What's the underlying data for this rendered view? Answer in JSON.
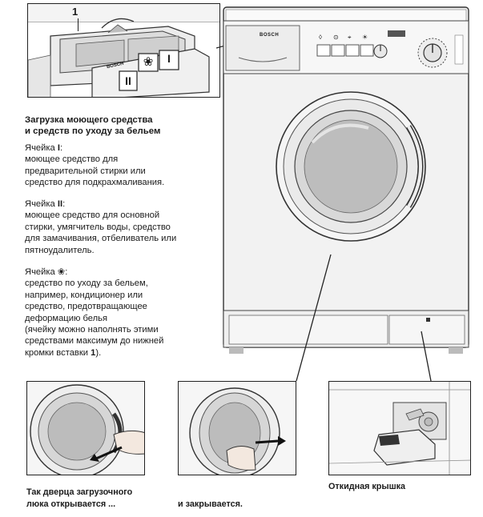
{
  "figure": {
    "callout_number": "1",
    "compartment_labels": {
      "one": "I",
      "two": "II"
    },
    "brand": "BOSCH",
    "panel_symbols": [
      "◊",
      "⊙",
      "⌖",
      "☀"
    ]
  },
  "loading": {
    "heading_line1": "Загрузка моющего средства",
    "heading_line2": "и средств по уходу за бельем",
    "cell1": {
      "title_prefix": "Ячейка ",
      "title_mark": "I",
      "title_suffix": ":",
      "lines": [
        "моющее средство для",
        "предварительной стирки или",
        "средство для подкрахмаливания."
      ]
    },
    "cell2": {
      "title_prefix": "Ячейка ",
      "title_mark": "II",
      "title_suffix": ":",
      "lines": [
        "моющее средство для основной",
        "стирки, умягчитель воды, средство",
        "для замачивания, отбеливатель или",
        "пятноудалитель."
      ]
    },
    "cell3": {
      "title_prefix": "Ячейка ",
      "title_mark": "❀",
      "title_suffix": ":",
      "lines": [
        "средство по уходу за бельем,",
        "например, кондиционер или",
        "средство, предотвращающее",
        "деформацию белья",
        "(ячейку можно наполнять этими",
        "средствами максимум до нижней"
      ],
      "last_line_prefix": "кромки вставки ",
      "last_line_num": "1",
      "last_line_suffix": ")."
    }
  },
  "captions": {
    "open_line1": "Так дверца загрузочного",
    "open_line2": "люка открывается ...",
    "close": "и закрывается.",
    "flap": "Откидная крышка"
  }
}
